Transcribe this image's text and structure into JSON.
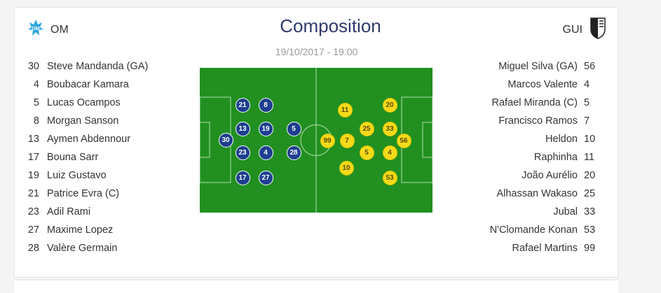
{
  "title": "Composition",
  "date": "19/10/2017 - 19:00",
  "home": {
    "name": "OM",
    "logo": "om-crest-icon",
    "color": "#1e3f8f",
    "players": [
      {
        "num": "30",
        "name": "Steve Mandanda (GA)"
      },
      {
        "num": "4",
        "name": "Boubacar Kamara"
      },
      {
        "num": "5",
        "name": "Lucas Ocampos"
      },
      {
        "num": "8",
        "name": "Morgan Sanson"
      },
      {
        "num": "13",
        "name": "Aymen Abdennour"
      },
      {
        "num": "17",
        "name": "Bouna Sarr"
      },
      {
        "num": "19",
        "name": "Luiz Gustavo"
      },
      {
        "num": "21",
        "name": "Patrice Evra (C)"
      },
      {
        "num": "23",
        "name": "Adil Rami"
      },
      {
        "num": "27",
        "name": "Maxime Lopez"
      },
      {
        "num": "28",
        "name": "Valère Germain"
      }
    ]
  },
  "away": {
    "name": "GUI",
    "logo": "gui-crest-icon",
    "color": "#f5da1a",
    "players": [
      {
        "num": "56",
        "name": "Miguel Silva (GA)"
      },
      {
        "num": "4",
        "name": "Marcos Valente"
      },
      {
        "num": "5",
        "name": "Rafael Miranda (C)"
      },
      {
        "num": "7",
        "name": "Francisco Ramos"
      },
      {
        "num": "10",
        "name": "Heldon"
      },
      {
        "num": "11",
        "name": "Raphinha"
      },
      {
        "num": "20",
        "name": "João Aurélio"
      },
      {
        "num": "25",
        "name": "Alhassan Wakaso"
      },
      {
        "num": "33",
        "name": "Jubal"
      },
      {
        "num": "53",
        "name": "N'Clomande Konan"
      },
      {
        "num": "99",
        "name": "Rafael Martins"
      }
    ]
  },
  "pitch": {
    "home_markers": [
      "21",
      "8",
      "13",
      "19",
      "5",
      "30",
      "23",
      "4",
      "28",
      "17",
      "27"
    ],
    "away_markers": [
      "11",
      "20",
      "25",
      "33",
      "99",
      "7",
      "56",
      "5",
      "4",
      "10",
      "53"
    ]
  }
}
